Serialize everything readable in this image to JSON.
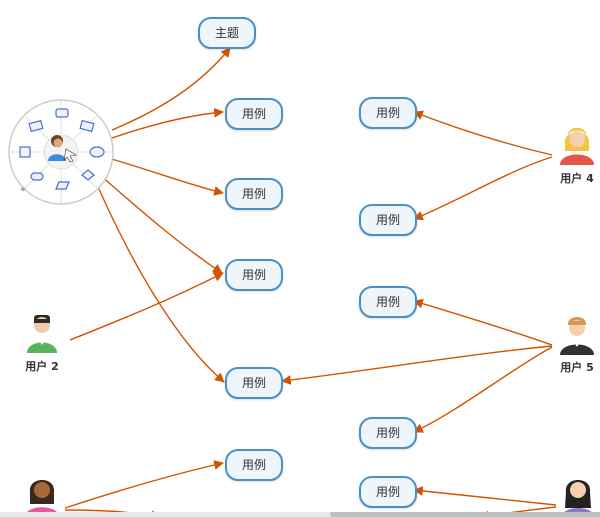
{
  "nodes": {
    "topic": "主题",
    "use_case": "用例"
  },
  "actors": {
    "user2": "用户 2",
    "user4": "用户 4",
    "user5": "用户 5"
  },
  "colors": {
    "arrow": "#d35400",
    "node_border": "#4a90c8",
    "node_fill": "#eef5fb",
    "wheel_shape": "#4a6fcf"
  },
  "icons": {
    "actor": "person-icon",
    "wheel": "shape-picker-wheel"
  }
}
